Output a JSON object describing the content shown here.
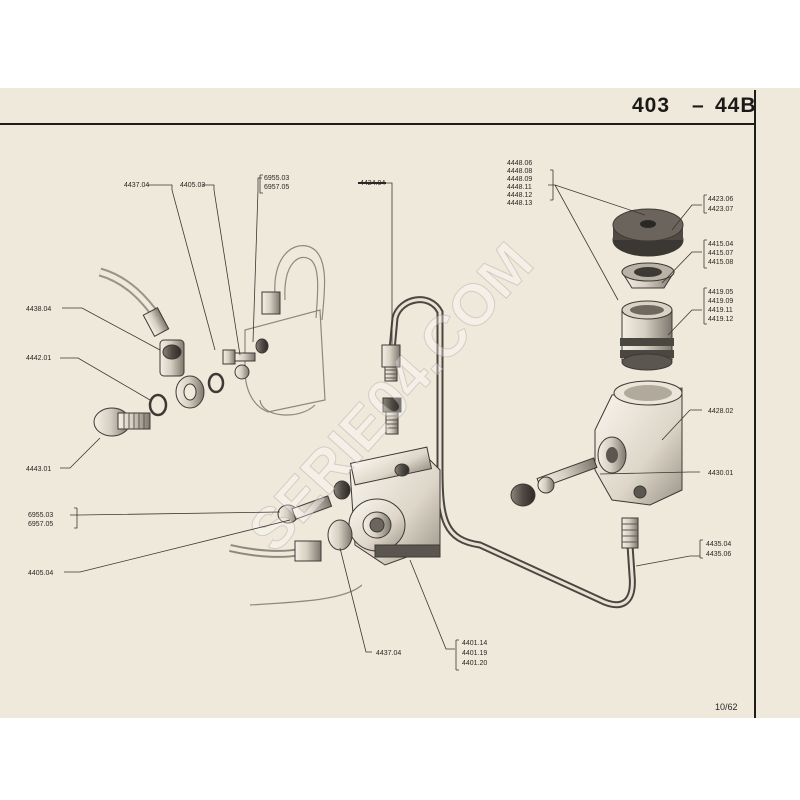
{
  "header": {
    "model": "403",
    "dash": "–",
    "plate": "44B"
  },
  "page_number": "10/62",
  "watermark": "SERIE04.COM",
  "colors": {
    "paper": "#efe9dc",
    "ink": "#2a2824",
    "metal_light": "#cfc8bb",
    "metal_dark": "#5b5650",
    "border": "#1e1d1b"
  },
  "labels": {
    "l4437_04_top": "4437.04",
    "l4405_03": "4405.03",
    "l6955_03_top": "6955.03",
    "l6957_05_top": "6957.05",
    "l_struck": "4424.04",
    "l4438_04": "4438.04",
    "l4442_01": "4442.01",
    "l4443_01": "4443.01",
    "l6955_03_mid": "6955.03",
    "l6957_05_mid": "6957.05",
    "l4405_04": "4405.04",
    "l4437_04_bot": "4437.04",
    "l4401_14": "4401.14",
    "l4401_19": "4401.19",
    "l4401_20": "4401.20",
    "l4448_06": "4448.06",
    "l4448_08": "4448.08",
    "l4448_09": "4448.09",
    "l4448_11": "4448.11",
    "l4448_12": "4448.12",
    "l4448_13": "4448.13",
    "l4423_06": "4423.06",
    "l4423_07": "4423.07",
    "l4415_04": "4415.04",
    "l4415_07": "4415.07",
    "l4415_08": "4415.08",
    "l4419_05": "4419.05",
    "l4419_09": "4419.09",
    "l4419_11": "4419.11",
    "l4419_12": "4419.12",
    "l4428_02": "4428.02",
    "l4430_01": "4430.01",
    "l4435_04": "4435.04",
    "l4435_06": "4435.06"
  }
}
